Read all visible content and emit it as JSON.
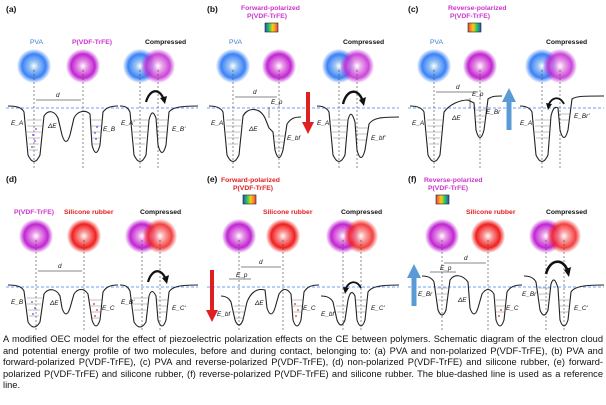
{
  "panels": [
    {
      "id": "a",
      "label": "(a)",
      "title": [],
      "left_name": "PVA",
      "right_name": "P(VDF-TrFE)",
      "compressed": "Compressed",
      "arrow": null,
      "labels": {
        "left": "E_A",
        "delta": "ΔE",
        "right": "E_B",
        "left2": "E_A'",
        "right2": "E_B'",
        "d": "d"
      }
    },
    {
      "id": "b",
      "label": "(b)",
      "title": [
        "Forward-polarized",
        "P(VDF-TrFE)"
      ],
      "left_name": "PVA",
      "right_name": "",
      "compressed": "Compressed",
      "arrow": "down",
      "labels": {
        "left": "E_A",
        "delta": "ΔE",
        "right": "E_bf",
        "left2": "E_A'",
        "right2": "E_bf'",
        "d": "d",
        "ep": "E_p"
      }
    },
    {
      "id": "c",
      "label": "(c)",
      "title": [
        "Reverse-polarized",
        "P(VDF-TrFE)"
      ],
      "left_name": "PVA",
      "right_name": "",
      "compressed": "Compressed",
      "arrow": "up",
      "labels": {
        "left": "E_A",
        "delta": "ΔE",
        "right": "E_Br",
        "left2": "E_A'",
        "right2": "E_Br'",
        "d": "d",
        "ep": "E_p"
      }
    },
    {
      "id": "d",
      "label": "(d)",
      "title": [],
      "left_name": "P(VDF-TrFE)",
      "right_name": "Silicone rubber",
      "compressed": "Compressed",
      "arrow": null,
      "labels": {
        "left": "E_B",
        "delta": "ΔE",
        "right": "E_C",
        "left2": "E_B'",
        "right2": "E_C'",
        "d": "d"
      }
    },
    {
      "id": "e",
      "label": "(e)",
      "title": [
        "Forward-polarized",
        "P(VDF-TrFE)"
      ],
      "left_name": "",
      "right_name": "Silicone rubber",
      "compressed": "Compressed",
      "arrow": "down",
      "labels": {
        "left": "E_bf",
        "delta": "ΔE",
        "right": "E_C",
        "left2": "E_bf'",
        "right2": "E_C'",
        "d": "d",
        "ep": "E_p"
      }
    },
    {
      "id": "f",
      "label": "(f)",
      "title": [
        "Reverse-polarized",
        "P(VDF-TrFE)"
      ],
      "left_name": "",
      "right_name": "Silicone rubber",
      "compressed": "Compressed",
      "arrow": "up",
      "labels": {
        "left": "E_Br",
        "delta": "ΔE",
        "right": "E_C",
        "left2": "E_Br'",
        "right2": "E_C'",
        "d": "d",
        "ep": "E_p"
      }
    }
  ],
  "colors": {
    "pva": "#3b82f6",
    "pvdf": "#cc33cc",
    "silicone": "#e02020",
    "ref": "#3b82f6",
    "arrow_down": "#e02020",
    "arrow_up": "#5b9bd5"
  },
  "caption": "A modified OEC model for the effect of piezoelectric polarization effects on the CE between polymers. Schematic diagram of the electron cloud and potential energy profile of two molecules, before and during contact, belonging to: (a) PVA and non-polarized P(VDF-TrFE), (b) PVA and forward-polarized P(VDF-TrFE), (c) PVA and reverse-polarized P(VDF-TrFE), (d) non-polarized P(VDF-TrFE) and silicone rubber, (e) forward-polarized P(VDF-TrFE) and silicone rubber, (f) reverse-polarized P(VDF-TrFE) and silicone rubber. The blue-dashed line is used as a reference line."
}
